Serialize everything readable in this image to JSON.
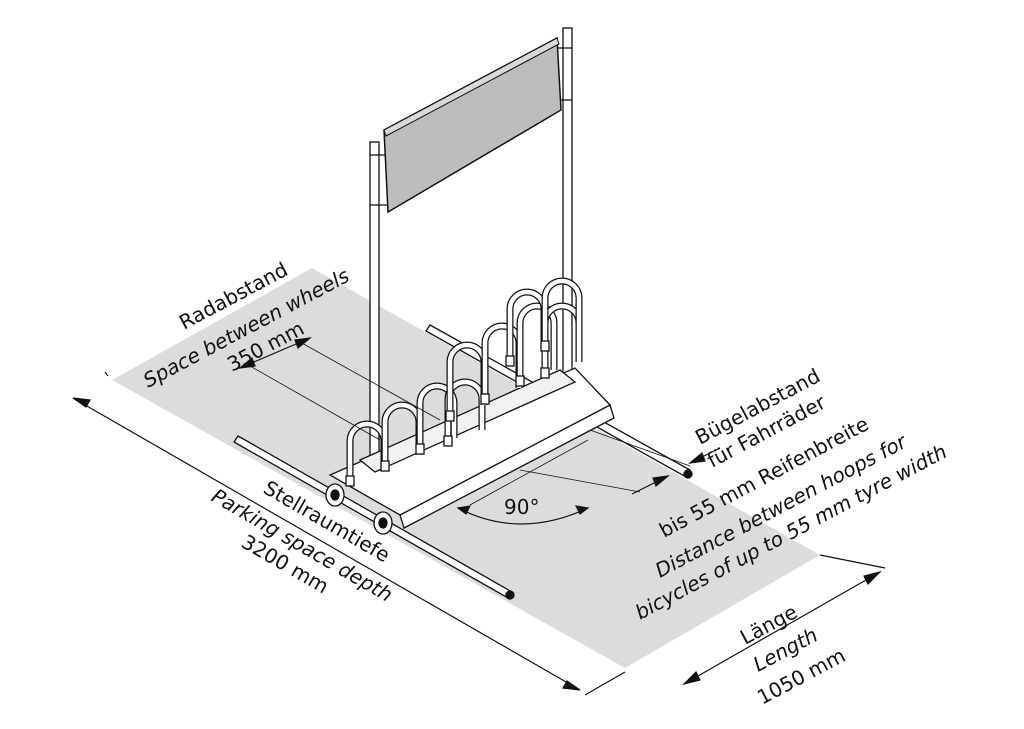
{
  "labels": {
    "wheel_spacing": {
      "de": "Radabstand",
      "en": "Space between wheels",
      "value": "350 mm"
    },
    "depth": {
      "de": "Stellraumtiefe",
      "en": "Parking space depth",
      "value": "3200 mm"
    },
    "angle": "90°",
    "hoop_spacing": {
      "de_line1": "Bügelabstand",
      "de_line2": "für Fahrräder",
      "de_line3": "bis 55 mm Reifenbreite",
      "en_line1": "Distance between hoops for",
      "en_line2": "bicycles of up to 55 mm tyre width"
    },
    "length": {
      "de": "Länge",
      "en": "Length",
      "value": "1050 mm"
    }
  },
  "colors": {
    "floor": "#dcdcdc",
    "stroke": "#111111",
    "sign": "#bdbdbd",
    "metal": "#ffffff"
  }
}
